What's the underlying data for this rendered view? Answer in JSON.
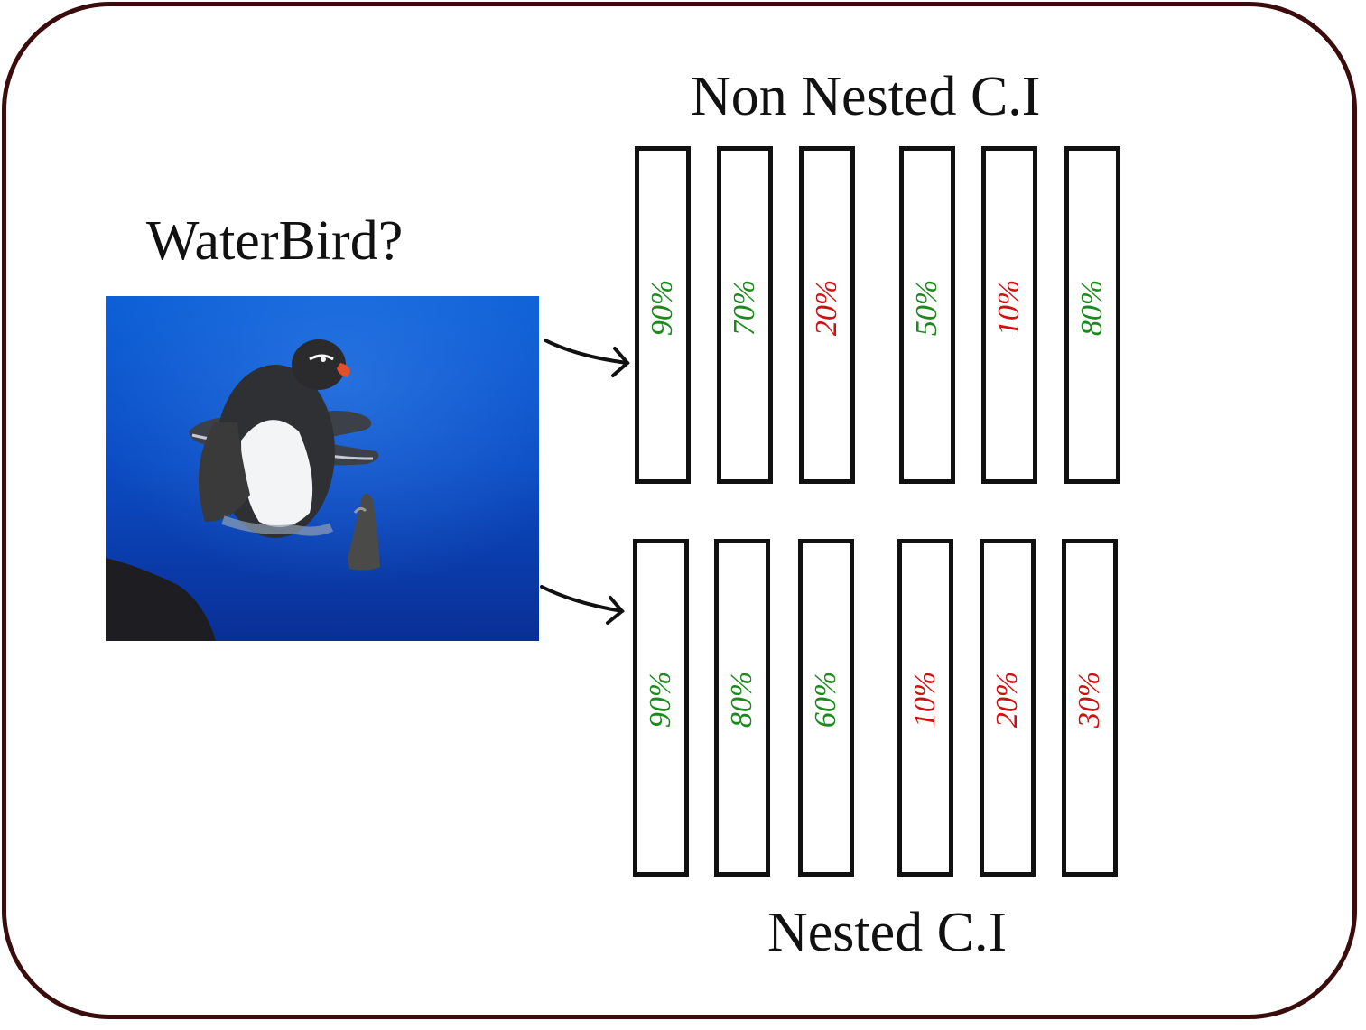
{
  "question": "WaterBird?",
  "non_nested": {
    "title": "Non Nested C.I",
    "cells": [
      {
        "label": "90%",
        "color": "#1a8a1a"
      },
      {
        "label": "70%",
        "color": "#1a8a1a"
      },
      {
        "label": "20%",
        "color": "#d01010"
      },
      {
        "label": "50%",
        "color": "#1a8a1a"
      },
      {
        "label": "10%",
        "color": "#d01010"
      },
      {
        "label": "80%",
        "color": "#1a8a1a"
      }
    ]
  },
  "nested": {
    "title": "Nested C.I",
    "cells": [
      {
        "label": "90%",
        "color": "#1a8a1a"
      },
      {
        "label": "80%",
        "color": "#1a8a1a"
      },
      {
        "label": "60%",
        "color": "#1a8a1a"
      },
      {
        "label": "10%",
        "color": "#d01010"
      },
      {
        "label": "20%",
        "color": "#d01010"
      },
      {
        "label": "30%",
        "color": "#d01010"
      }
    ]
  },
  "colors": {
    "frame": "#3a0c0c",
    "correct": "#1a8a1a",
    "incorrect": "#d01010",
    "sea": "#0d47c4"
  }
}
